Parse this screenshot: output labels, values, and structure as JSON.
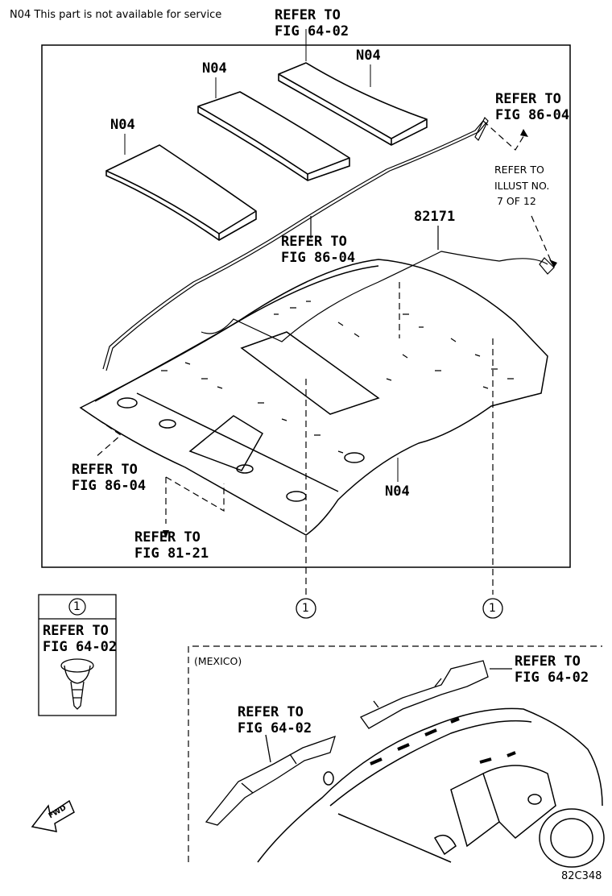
{
  "note": "N04 This part is not available for service",
  "labels": {
    "top_refer_line1": "REFER TO",
    "top_refer_line2": "FIG 64-02",
    "pad_a": "N04",
    "pad_b": "N04",
    "pad_c": "N04",
    "right_refer_line1": "REFER TO",
    "right_refer_line2": "FIG 86-04",
    "illust_line1": "REFER TO",
    "illust_line2": "ILLUST NO.",
    "illust_line3": "7 OF 12",
    "wire_part": "82171",
    "mid_refer_line1": "REFER TO",
    "mid_refer_line2": "FIG 86-04",
    "left_refer_line1": "REFER TO",
    "left_refer_line2": "FIG 86-04",
    "headliner": "N04",
    "bottom_refer_line1": "REFER TO",
    "bottom_refer_line2": "FIG 81-21",
    "callout_1": "1",
    "callout_2": "1"
  },
  "legend": {
    "number": "1",
    "line1": "REFER TO",
    "line2": "FIG 64-02"
  },
  "mexico": {
    "title": "(MEXICO)",
    "right_line1": "REFER TO",
    "right_line2": "FIG 64-02",
    "left_line1": "REFER TO",
    "left_line2": "FIG 64-02"
  },
  "fwd": "FWD",
  "diagram_code": "82C348"
}
